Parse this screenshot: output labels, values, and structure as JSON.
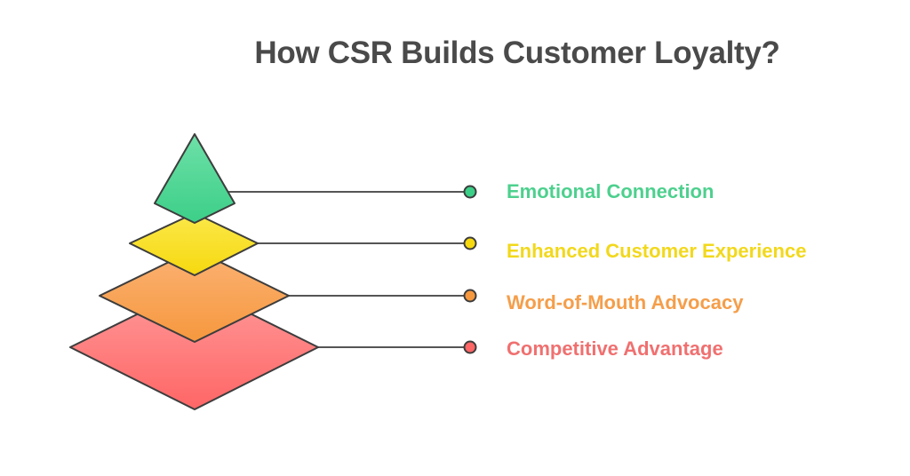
{
  "title": "How CSR Builds Customer Loyalty?",
  "levels": [
    {
      "label": "Emotional Connection",
      "color": "#4dd08e",
      "fill_top": "#6ee0a8",
      "fill_bottom": "#3ccf88",
      "icon": "pyramid-apex"
    },
    {
      "label": "Enhanced Customer Experience",
      "color": "#f2d81c",
      "fill_top": "#fbe84a",
      "fill_bottom": "#f6d90f",
      "icon": "diamond-layer"
    },
    {
      "label": "Word-of-Mouth Advocacy",
      "color": "#f59e4a",
      "fill_top": "#fbb274",
      "fill_bottom": "#f6983e",
      "icon": "diamond-layer"
    },
    {
      "label": "Competitive Advantage",
      "color": "#f07070",
      "fill_top": "#ff9a9a",
      "fill_bottom": "#ff6666",
      "icon": "diamond-layer"
    }
  ],
  "colors": {
    "outline": "#3d3d3d",
    "title": "#4a4a4a"
  }
}
